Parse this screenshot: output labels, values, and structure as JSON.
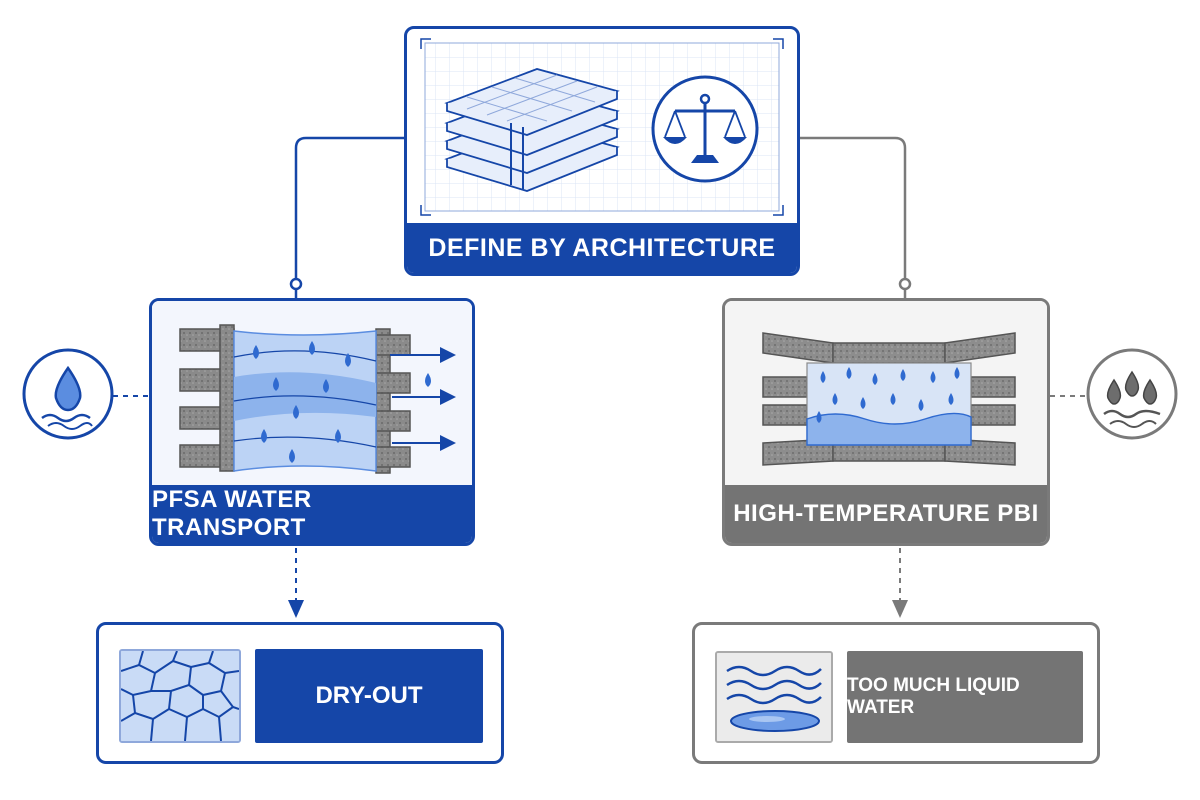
{
  "root": {
    "label": "DEFINE BY ARCHITECTURE",
    "icons": [
      "stacked-layers-icon",
      "balance-scale-icon"
    ]
  },
  "left": {
    "label": "PFSA WATER TRANSPORT",
    "side_icon": "water-drop-icon",
    "outcome": {
      "label": "DRY-OUT",
      "icon": "cracked-surface-icon"
    }
  },
  "right": {
    "label": "HIGH-TEMPERATURE PBI",
    "side_icon": "water-drops-icon",
    "outcome": {
      "label": "TOO MUCH LIQUID WATER",
      "icon": "puddle-waves-icon"
    }
  },
  "colors": {
    "blue": "#1546a8",
    "gray": "#747474",
    "light_blue": "#5b8de0"
  }
}
